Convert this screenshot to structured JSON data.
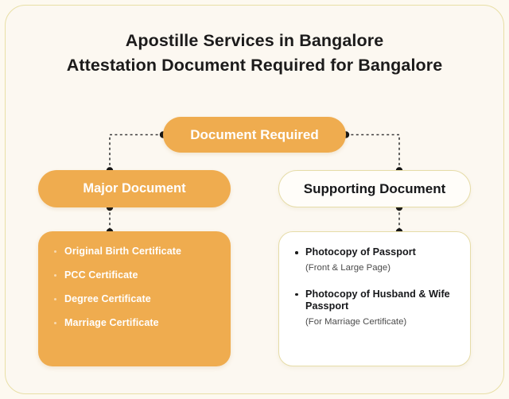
{
  "theme": {
    "page_background": "#FDF9F0",
    "frame_border": "#E8DFA6",
    "accent_orange": "#EFAC4F",
    "text_dark": "#1C1B1B",
    "text_muted": "#4B4B4B",
    "connector": "#3A3A3A",
    "node_dot": "#141414"
  },
  "header": {
    "title_line_1": "Apostille Services in Bangalore",
    "title_line_2": "Attestation Document Required for Bangalore"
  },
  "diagram": {
    "root_node": {
      "label": "Document Required",
      "style": "filled-orange-pill"
    },
    "branches": [
      {
        "id": "major",
        "header_label": "Major Document",
        "header_style": "filled-orange-pill",
        "box_style": "filled-orange",
        "items": [
          {
            "main": "Original Birth Certificate",
            "sub": ""
          },
          {
            "main": "PCC Certificate",
            "sub": ""
          },
          {
            "main": "Degree Certificate",
            "sub": ""
          },
          {
            "main": "Marriage Certificate",
            "sub": ""
          }
        ]
      },
      {
        "id": "supporting",
        "header_label": "Supporting Document",
        "header_style": "outline-white-pill",
        "box_style": "white-outlined",
        "items": [
          {
            "main": "Photocopy of Passport",
            "sub": "(Front & Large Page)"
          },
          {
            "main": "Photocopy of Husband & Wife Passport",
            "sub": "(For Marriage Certificate)"
          }
        ]
      }
    ],
    "connector_style": "dotted-elbow-with-endpoint-dots"
  }
}
